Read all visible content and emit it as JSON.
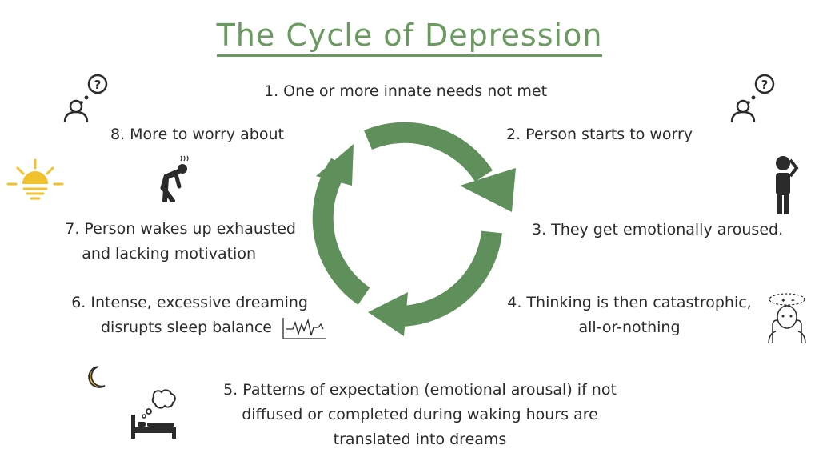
{
  "title": "The Cycle of Depression",
  "steps": {
    "s1": "1. One or more innate needs not met",
    "s2": "2. Person starts to worry",
    "s3": "3. They get emotionally aroused.",
    "s4a": "4. Thinking is then catastrophic,",
    "s4b": "all-or-nothing",
    "s5a": "5. Patterns of expectation (emotional arousal) if not",
    "s5b": "diffused or completed during waking hours are",
    "s5c": "translated into dreams",
    "s6a": "6. Intense, excessive dreaming",
    "s6b": "disrupts sleep balance",
    "s7a": "7. Person wakes up exhausted",
    "s7b": "and lacking motivation",
    "s8": "8. More to worry about"
  },
  "icons": {
    "worried_person_left": "person-question-icon",
    "worried_person_right": "person-question-icon",
    "head_scratch": "head-scratch-person-icon",
    "exhausted": "exhausted-person-icon",
    "sunrise": "sunrise-icon",
    "anxious_face": "anxious-face-icon",
    "sleep_wave": "sleep-wave-icon",
    "moon": "moon-icon",
    "dream_bed": "bed-dream-icon"
  },
  "colors": {
    "accent": "#6a9a5f",
    "arrow": "#5f8f5a",
    "sun": "#f2c12e",
    "text": "#2b2b2b"
  }
}
